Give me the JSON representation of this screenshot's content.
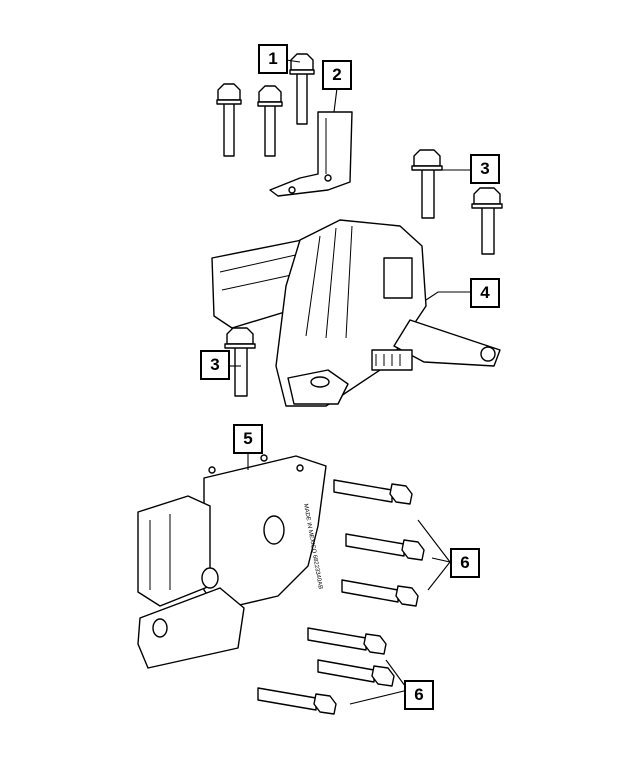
{
  "callouts": [
    {
      "id": "1",
      "label": "1"
    },
    {
      "id": "2",
      "label": "2"
    },
    {
      "id": "3a",
      "label": "3"
    },
    {
      "id": "4",
      "label": "4"
    },
    {
      "id": "3b",
      "label": "3"
    },
    {
      "id": "5",
      "label": "5"
    },
    {
      "id": "6a",
      "label": "6"
    },
    {
      "id": "6b",
      "label": "6"
    }
  ],
  "labels": {
    "bracket_text": "MADE IN MEXICO  68223340AB"
  },
  "colors": {
    "line": "#000000",
    "background": "#ffffff"
  }
}
